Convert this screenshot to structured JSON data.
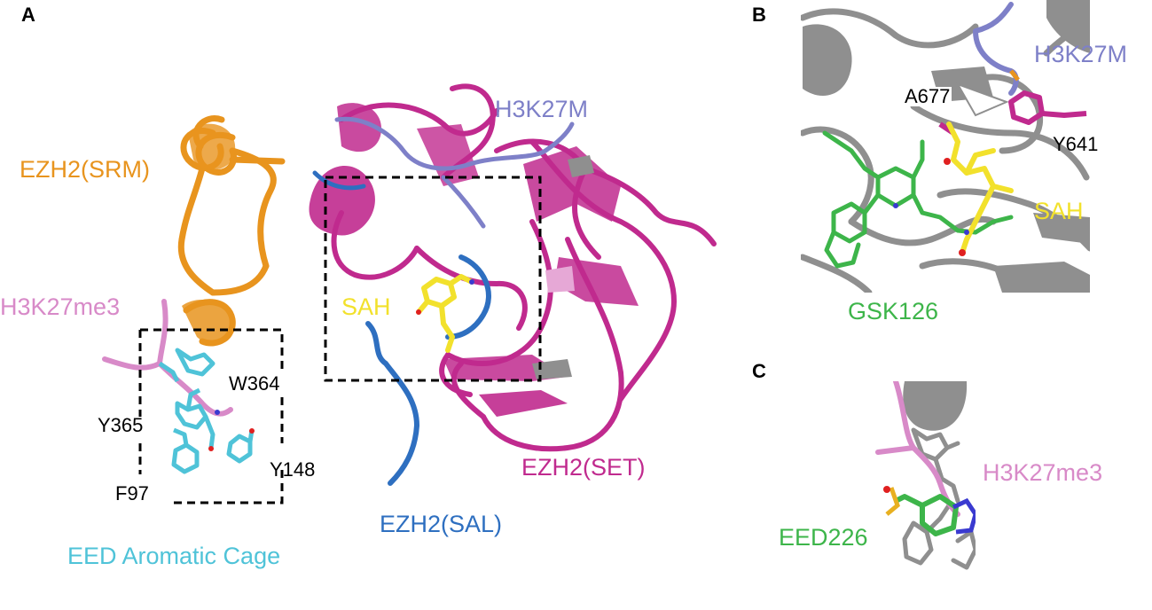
{
  "panels": {
    "a": "A",
    "b": "B",
    "c": "C"
  },
  "labels": {
    "ezh2_srm": "EZH2(SRM)",
    "h3k27m_a": "H3K27M",
    "h3k27me3_a": "H3K27me3",
    "sah_a": "SAH",
    "w364": "W364",
    "y365": "Y365",
    "y148": "Y148",
    "f97": "F97",
    "ezh2_set": "EZH2(SET)",
    "ezh2_sal": "EZH2(SAL)",
    "eed_cage": "EED Aromatic Cage",
    "h3k27m_b": "H3K27M",
    "a677": "A677",
    "y641": "Y641",
    "sah_b": "SAH",
    "gsk126": "GSK126",
    "h3k27me3_c": "H3K27me3",
    "eed226": "EED226"
  },
  "colors": {
    "orange": "#E8941E",
    "magenta": "#C02A8E",
    "pink": "#D88AC8",
    "blue": "#2E6FC0",
    "lilac": "#7E80C8",
    "cyan": "#4FC3D8",
    "yellow": "#F2E12C",
    "green": "#3DB54A",
    "gray": "#8F8F8F",
    "black": "#000000"
  }
}
